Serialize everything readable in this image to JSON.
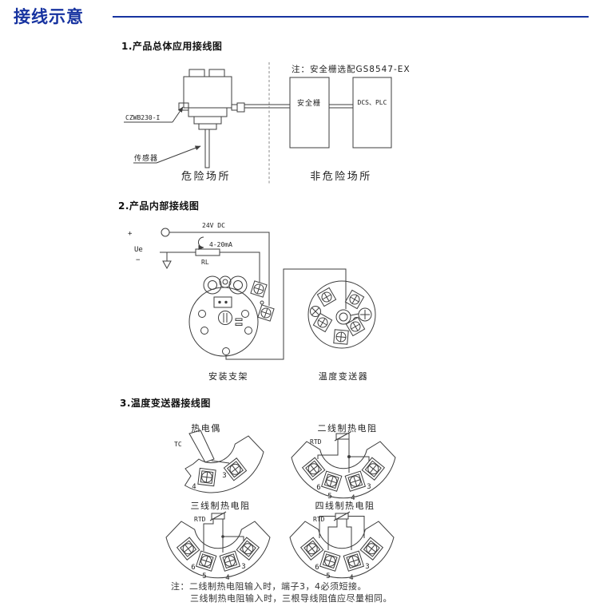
{
  "page": {
    "title": "接线示意"
  },
  "colors": {
    "accent": "#1733a0",
    "line": "#3d3d3d"
  },
  "section1": {
    "heading": "1.产品总体应用接线图",
    "note": "注：安全栅选配GS8547-EX",
    "device_label": "CZWB230-I",
    "sensor_label": "传感器",
    "hazardous_label": "危险场所",
    "non_hazardous_label": "非危险场所",
    "barrier_box": "安全栅",
    "dcs_box": "DCS、PLC"
  },
  "section2": {
    "heading": "2.产品内部接线图",
    "plus": "+",
    "minus": "−",
    "ue_label": "Ue",
    "supply_label": "24V DC",
    "current_label": "4-20mA",
    "load_label": "RL",
    "bracket_label": "安装支架",
    "transmitter_label": "温度变送器"
  },
  "section3": {
    "heading": "3.温度变送器接线图",
    "diagrams": [
      {
        "title": "热电偶",
        "input": "TC",
        "terminals": [
          "4",
          "3"
        ]
      },
      {
        "title": "二线制热电阻",
        "input": "RTD",
        "terminals": [
          "6",
          "5",
          "4",
          "3"
        ]
      },
      {
        "title": "三线制热电阻",
        "input": "RTD",
        "terminals": [
          "6",
          "5",
          "4",
          "3"
        ]
      },
      {
        "title": "四线制热电阻",
        "input": "RTD",
        "terminals": [
          "6",
          "5",
          "4",
          "3"
        ]
      }
    ],
    "notes": [
      "注：二线制热电阻输入时，端子3，4必须短接。",
      "三线制热电阻输入时，三根导线阻值应尽量相同。"
    ]
  }
}
